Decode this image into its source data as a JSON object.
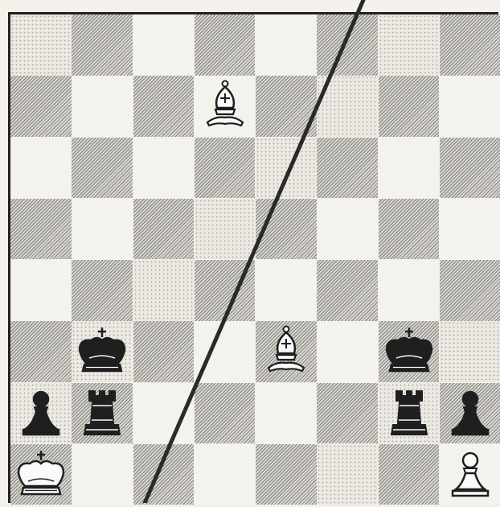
{
  "board": {
    "columns": 8,
    "rows": 8,
    "pattern_dark": [
      [
        0,
        1,
        0,
        1,
        0,
        1,
        0,
        1
      ],
      [
        1,
        0,
        1,
        0,
        1,
        0,
        1,
        0
      ],
      [
        0,
        1,
        0,
        1,
        0,
        1,
        0,
        1
      ],
      [
        1,
        0,
        1,
        0,
        1,
        0,
        1,
        0
      ],
      [
        0,
        1,
        0,
        1,
        0,
        1,
        0,
        1
      ],
      [
        1,
        0,
        1,
        0,
        1,
        0,
        1,
        0
      ],
      [
        0,
        1,
        0,
        1,
        0,
        1,
        0,
        1
      ],
      [
        1,
        0,
        1,
        0,
        1,
        0,
        1,
        0
      ]
    ],
    "pieces": [
      {
        "name": "white-bishop",
        "color": "white",
        "type": "bishop",
        "col": 3,
        "row": 1
      },
      {
        "name": "black-king",
        "color": "black",
        "type": "king",
        "col": 1,
        "row": 5
      },
      {
        "name": "white-bishop",
        "color": "white",
        "type": "bishop",
        "col": 4,
        "row": 5
      },
      {
        "name": "black-king",
        "color": "black",
        "type": "king",
        "col": 6,
        "row": 5
      },
      {
        "name": "black-pawn",
        "color": "black",
        "type": "pawn",
        "col": 0,
        "row": 6
      },
      {
        "name": "black-rook",
        "color": "black",
        "type": "rook",
        "col": 1,
        "row": 6
      },
      {
        "name": "black-rook",
        "color": "black",
        "type": "rook",
        "col": 6,
        "row": 6
      },
      {
        "name": "black-pawn",
        "color": "black",
        "type": "pawn",
        "col": 7,
        "row": 6
      },
      {
        "name": "white-king",
        "color": "white",
        "type": "king",
        "col": 0,
        "row": 7
      },
      {
        "name": "white-pawn",
        "color": "white",
        "type": "pawn",
        "col": 7,
        "row": 7
      }
    ],
    "diagonal_line_color": "#2a2a2a"
  },
  "colors": {
    "ink": "#1f1f1f",
    "paper": "#f3f1ea"
  }
}
